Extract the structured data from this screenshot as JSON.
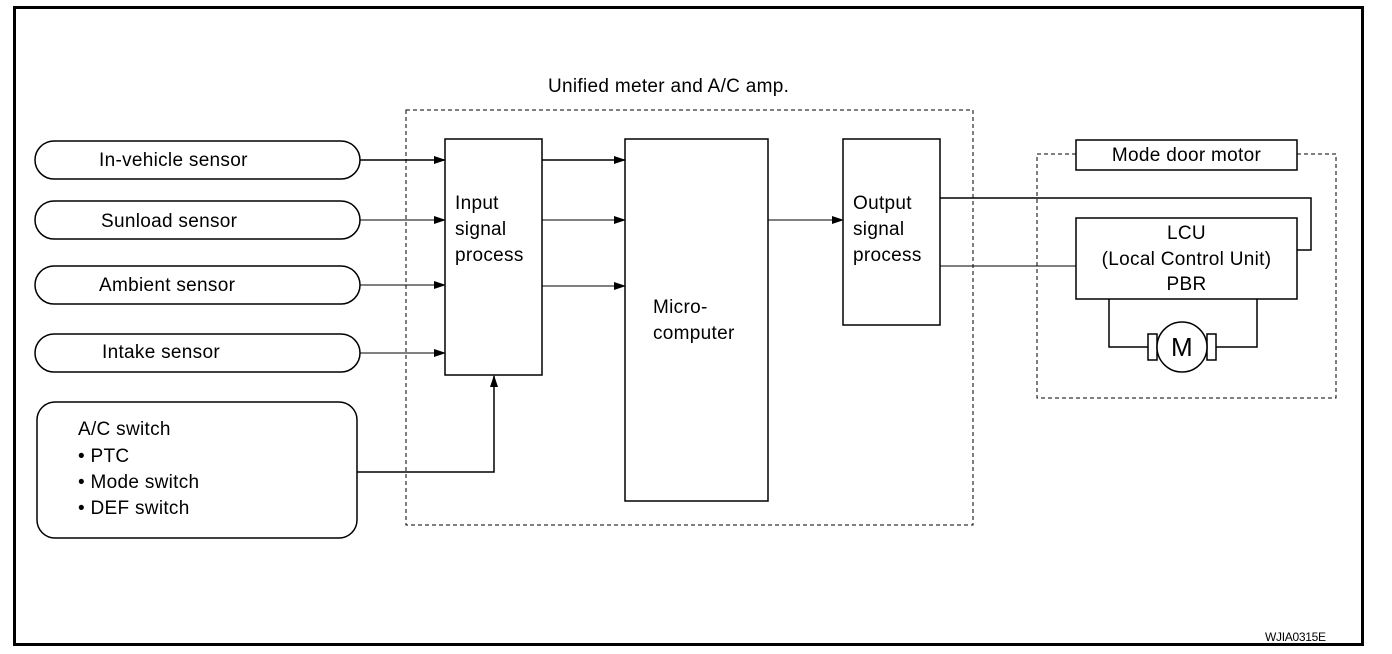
{
  "amp_title": "Unified meter and A/C amp.",
  "sensors": [
    "In-vehicle sensor",
    "Sunload sensor",
    "Ambient sensor",
    "Intake sensor"
  ],
  "ac_switch": {
    "title": "A/C switch",
    "items": [
      "• PTC",
      "• Mode switch",
      "• DEF switch"
    ]
  },
  "input_block": [
    "Input",
    "signal",
    "process"
  ],
  "micro_block": [
    "Micro-",
    "computer"
  ],
  "output_block": [
    "Output",
    "signal",
    "process"
  ],
  "motor": {
    "title": "Mode door motor",
    "lcu": [
      "LCU",
      "(Local Control Unit)",
      "PBR"
    ],
    "symbol": "M"
  },
  "figure_code": "WJIA0315E"
}
